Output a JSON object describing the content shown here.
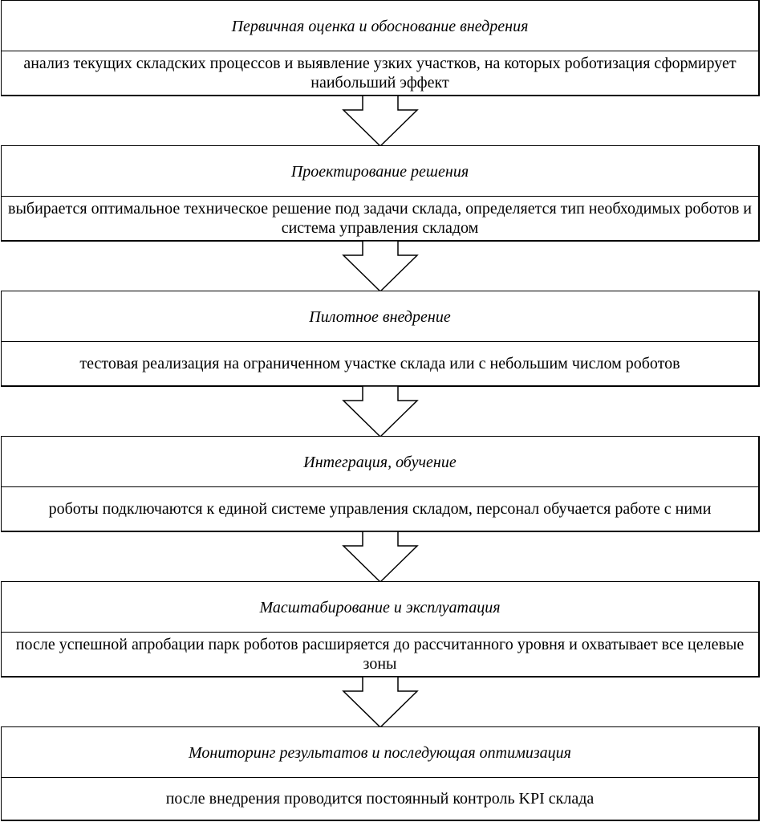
{
  "diagram": {
    "stages": [
      {
        "title": "Первичная оценка и обоснование внедрения",
        "description": "анализ текущих складских процессов и выявление узких участков, на которых роботизация сформирует наибольший эффект"
      },
      {
        "title": "Проектирование решения",
        "description": "выбирается оптимальное техническое решение под задачи склада, определяется тип необходимых роботов и система управления складом"
      },
      {
        "title": "Пилотное внедрение",
        "description": "тестовая реализация на ограниченном участке склада или с небольшим числом роботов"
      },
      {
        "title": "Интеграция, обучение",
        "description": "роботы подключаются к единой системе управления складом, персонал обучается работе с ними"
      },
      {
        "title": "Масштабирование и эксплуатация",
        "description": "после успешной апробации парк роботов расширяется до рассчитанного уровня и охватывает все целевые зоны"
      },
      {
        "title": "Мониторинг результатов и последующая оптимизация",
        "description": "после внедрения проводится постоянный контроль KPI склада"
      }
    ],
    "colors": {
      "stroke": "#000000",
      "fill": "#ffffff",
      "text": "#000000"
    },
    "arrow_icon": "down-block-arrow-icon"
  }
}
